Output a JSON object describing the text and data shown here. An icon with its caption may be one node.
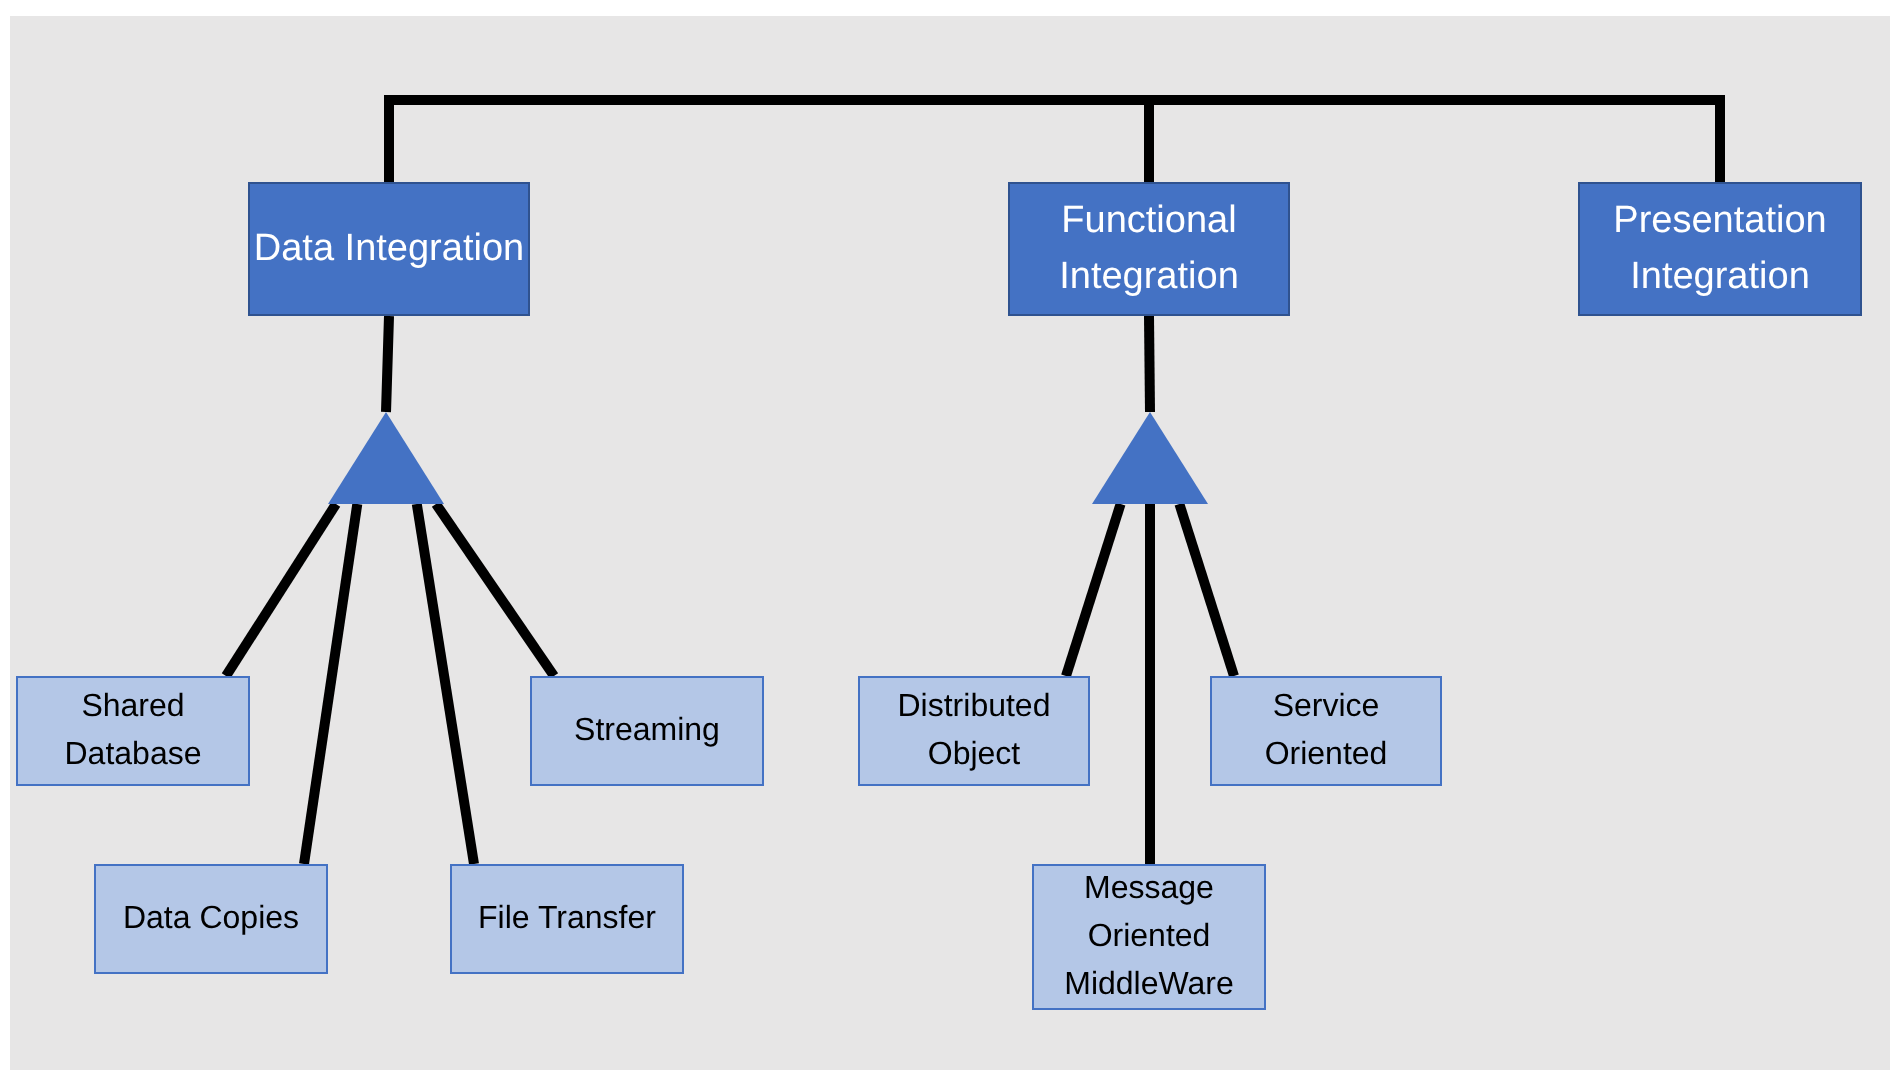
{
  "diagram": {
    "nodes": [
      {
        "text": [
          "Data Integration"
        ]
      },
      {
        "text": [
          "Functional Integration"
        ]
      },
      {
        "text": [
          "Presentation Integration"
        ]
      },
      {
        "text": [],
        "shape": "triangle"
      },
      {
        "text": [],
        "shape": "triangle"
      },
      {
        "text": [
          "Shared Database"
        ]
      },
      {
        "text": [
          "Data Copies"
        ]
      },
      {
        "text": [
          "File Transfer"
        ]
      },
      {
        "text": [
          "Streaming"
        ]
      },
      {
        "text": [
          "Distributed Object"
        ]
      },
      {
        "text": [
          "Message Oriented MiddleWare"
        ]
      },
      {
        "text": [
          "Service Oriented"
        ]
      }
    ],
    "edges": [
      {
        "from": 0,
        "to": 1,
        "arrow": "none"
      },
      {
        "from": 1,
        "to": 2,
        "arrow": "none"
      },
      {
        "from": 0,
        "to": 3,
        "arrow": "none"
      },
      {
        "from": 1,
        "to": 4,
        "arrow": "none"
      },
      {
        "from": 3,
        "to": 5,
        "arrow": "none"
      },
      {
        "from": 3,
        "to": 6,
        "arrow": "none"
      },
      {
        "from": 3,
        "to": 7,
        "arrow": "none"
      },
      {
        "from": 3,
        "to": 8,
        "arrow": "none"
      },
      {
        "from": 4,
        "to": 9,
        "arrow": "none"
      },
      {
        "from": 4,
        "to": 10,
        "arrow": "none"
      },
      {
        "from": 4,
        "to": 11,
        "arrow": "none"
      }
    ]
  }
}
